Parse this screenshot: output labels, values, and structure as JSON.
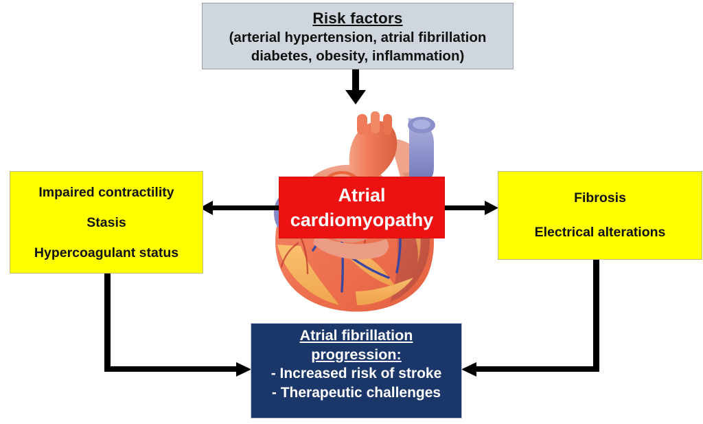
{
  "figure": {
    "title": "Atrial cardiomyopathy pathophysiology flow diagram",
    "background_color": "#ffffff"
  },
  "risk_factors": {
    "title": "Risk factors",
    "line1": "(arterial hypertension, atrial fibrillation",
    "line2": "diabetes, obesity, inflammation)",
    "box_color": "#cfd6de",
    "text_color": "#111111"
  },
  "center": {
    "line1": "Atrial",
    "line2": "cardiomyopathy",
    "box_color": "#ee1111",
    "text_color": "#ffffff"
  },
  "left_box": {
    "line1": "Impaired contractility",
    "line2": "Stasis",
    "line3": "Hypercoagulant status",
    "box_color": "#ffff00",
    "text_color": "#111111"
  },
  "right_box": {
    "line1": "Fibrosis",
    "line2": "Electrical alterations",
    "box_color": "#ffff00",
    "text_color": "#111111"
  },
  "outcome_box": {
    "title_line1": "Atrial fibrillation",
    "title_line2": "progression:",
    "bullet1": "- Increased risk of stroke",
    "bullet2": "- Therapeutic challenges",
    "box_color": "#1b3668",
    "text_color": "#ffffff"
  },
  "illustration": {
    "name": "anatomical-heart",
    "description": "Anatomical illustration of a human heart with great vessels"
  },
  "connectors": [
    {
      "name": "risk-to-center",
      "direction": "down",
      "color": "#000000"
    },
    {
      "name": "center-to-left",
      "direction": "left",
      "color": "#000000"
    },
    {
      "name": "center-to-right",
      "direction": "right",
      "color": "#000000"
    },
    {
      "name": "left-to-outcome",
      "direction": "down-right",
      "color": "#000000"
    },
    {
      "name": "right-to-outcome",
      "direction": "down-left",
      "color": "#000000"
    }
  ]
}
